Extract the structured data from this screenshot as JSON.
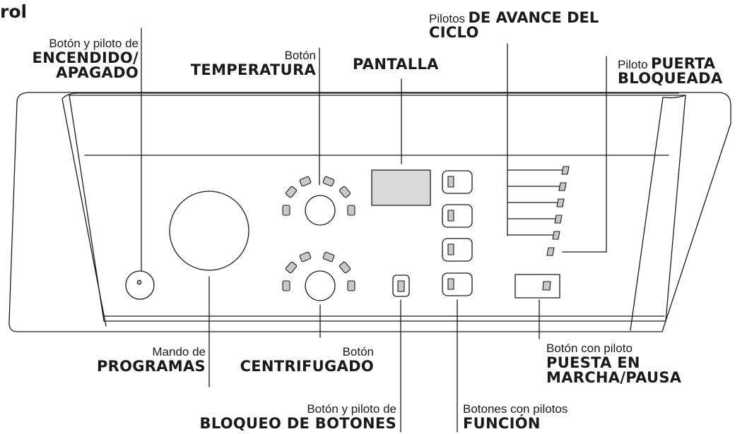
{
  "title": "rol",
  "labels": {
    "power": {
      "small": "Botón y piloto de",
      "bold1": "ENCENDIDO/",
      "bold2": "APAGADO"
    },
    "temperature": {
      "small": "Botón",
      "bold": "TEMPERATURA"
    },
    "display": {
      "bold": "PANTALLA"
    },
    "cycle": {
      "small": "Pilotos",
      "bold1": "DE AVANCE DEL",
      "bold2": "CICLO"
    },
    "door": {
      "small": "Piloto",
      "bold1": "PUERTA",
      "bold2": "BLOQUEADA"
    },
    "programs": {
      "small": "Mando de",
      "bold": "PROGRAMAS"
    },
    "spin": {
      "small": "Botón",
      "bold": "CENTRIFUGADO"
    },
    "lock": {
      "small": "Botón y piloto de",
      "bold": "BLOQUEO DE BOTONES"
    },
    "function": {
      "small": "Botones con pilotos",
      "bold": "FUNCIÓN"
    },
    "start": {
      "small": "Botón con piloto",
      "bold1": "PUESTA EN",
      "bold2": "MARCHA/PAUSA"
    }
  },
  "colors": {
    "line": "#1a1a1a",
    "display_fill": "#d9d9d9",
    "led_fill": "#c8c8c8",
    "panel_fill": "#ffffff"
  }
}
